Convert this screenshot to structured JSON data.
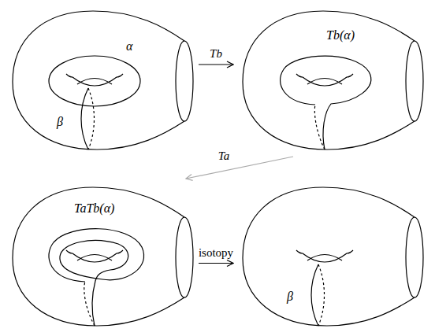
{
  "diagram": {
    "nodes": [
      {
        "text": [
          "α",
          "β"
        ]
      },
      {
        "text": [
          "Tb(α)"
        ]
      },
      {
        "text": [
          "TaTb(α)"
        ]
      },
      {
        "text": [
          "β"
        ]
      }
    ],
    "edges": [
      {
        "from": 0,
        "to": 1,
        "arrow": "to",
        "label": "Tb"
      },
      {
        "from": 1,
        "to": 2,
        "arrow": "to",
        "label": "Ta"
      },
      {
        "from": 2,
        "to": 3,
        "arrow": "to",
        "label": "isotopy"
      }
    ]
  }
}
